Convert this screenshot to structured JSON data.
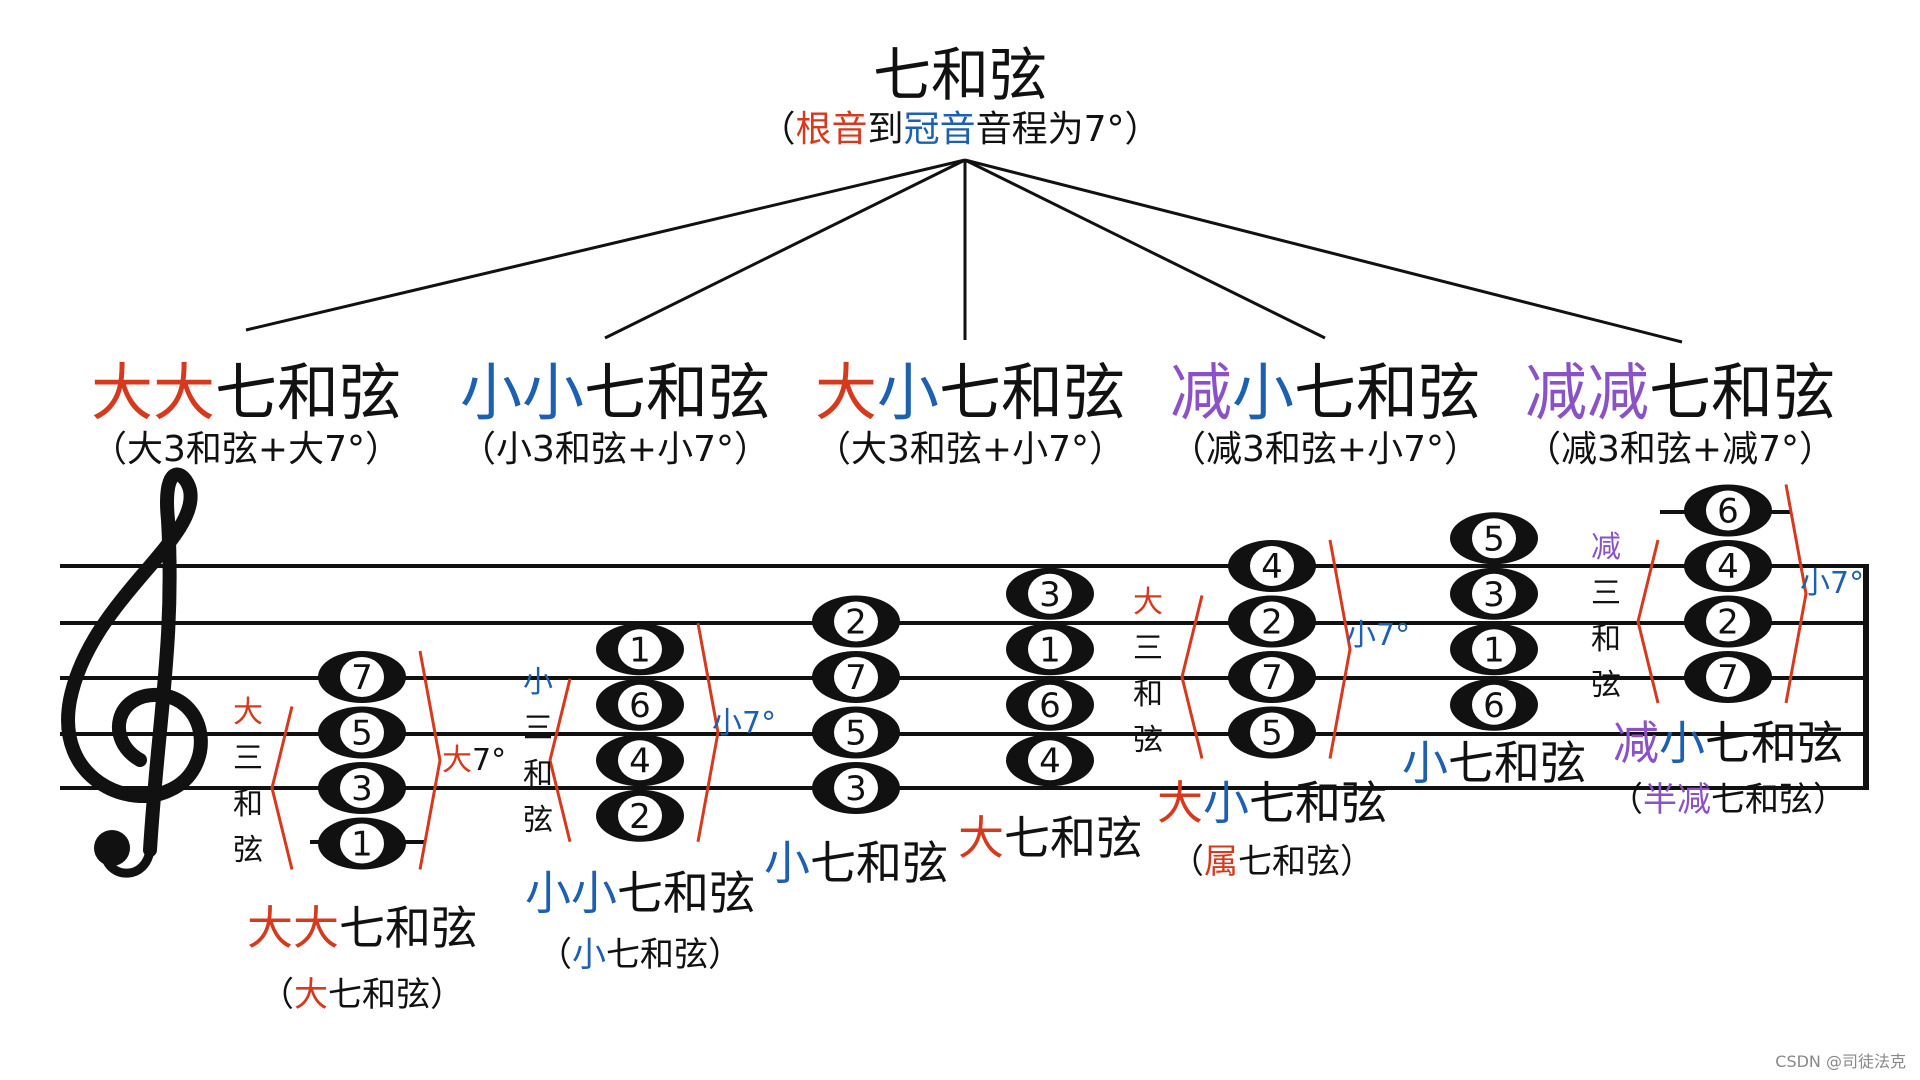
{
  "colors": {
    "red": "#d63a1e",
    "blue": "#1d5fb0",
    "purple": "#8a52c6",
    "black": "#111111"
  },
  "title": "七和弦",
  "subtitle": [
    {
      "t": "（",
      "c": "black"
    },
    {
      "t": "根音",
      "c": "red"
    },
    {
      "t": "到",
      "c": "black"
    },
    {
      "t": "冠音",
      "c": "blue"
    },
    {
      "t": "音程为7°）",
      "c": "black"
    }
  ],
  "types": [
    {
      "name": [
        {
          "t": "大大",
          "c": "red"
        },
        {
          "t": "七和弦",
          "c": "black"
        }
      ],
      "formula": [
        {
          "t": "（大3和弦+大7°）",
          "c": "black"
        }
      ]
    },
    {
      "name": [
        {
          "t": "小小",
          "c": "blue"
        },
        {
          "t": "七和弦",
          "c": "black"
        }
      ],
      "formula": [
        {
          "t": "（小3和弦+小7°）",
          "c": "black"
        }
      ]
    },
    {
      "name": [
        {
          "t": "大",
          "c": "red"
        },
        {
          "t": "小",
          "c": "blue"
        },
        {
          "t": "七和弦",
          "c": "black"
        }
      ],
      "formula": [
        {
          "t": "（大3和弦+小7°）",
          "c": "black"
        }
      ]
    },
    {
      "name": [
        {
          "t": "减",
          "c": "purple"
        },
        {
          "t": "小",
          "c": "blue"
        },
        {
          "t": "七和弦",
          "c": "black"
        }
      ],
      "formula": [
        {
          "t": "（减3和弦+小7°）",
          "c": "black"
        }
      ]
    },
    {
      "name": [
        {
          "t": "减减",
          "c": "purple"
        },
        {
          "t": "七和弦",
          "c": "black"
        }
      ],
      "formula": [
        {
          "t": "（减3和弦+减7°）",
          "c": "black"
        }
      ]
    }
  ],
  "chords": [
    {
      "notes": [
        "1",
        "3",
        "5",
        "7"
      ],
      "triad": {
        "chars": [
          "大",
          "三",
          "和",
          "弦"
        ],
        "c": "red"
      },
      "interval": [
        {
          "t": "大",
          "c": "red"
        },
        {
          "t": "7°",
          "c": "black"
        }
      ],
      "name": [
        {
          "t": "大大",
          "c": "red"
        },
        {
          "t": "七和弦",
          "c": "black"
        }
      ],
      "alias": [
        {
          "t": "（",
          "c": "black"
        },
        {
          "t": "大",
          "c": "red"
        },
        {
          "t": "七和弦）",
          "c": "black"
        }
      ]
    },
    {
      "notes": [
        "2",
        "4",
        "6",
        "1"
      ],
      "triad": {
        "chars": [
          "小",
          "三",
          "和",
          "弦"
        ],
        "c": "blue"
      },
      "interval": [
        {
          "t": "小7°",
          "c": "blue"
        }
      ],
      "name": [
        {
          "t": "小小",
          "c": "blue"
        },
        {
          "t": "七和弦",
          "c": "black"
        }
      ],
      "alias": [
        {
          "t": "（",
          "c": "black"
        },
        {
          "t": "小",
          "c": "blue"
        },
        {
          "t": "七和弦）",
          "c": "black"
        }
      ]
    },
    {
      "notes": [
        "3",
        "5",
        "7",
        "2"
      ],
      "triad": null,
      "interval": null,
      "name": [
        {
          "t": "小",
          "c": "blue"
        },
        {
          "t": "七和弦",
          "c": "black"
        }
      ],
      "alias": null
    },
    {
      "notes": [
        "4",
        "6",
        "1",
        "3"
      ],
      "triad": null,
      "interval": null,
      "name": [
        {
          "t": "大",
          "c": "red"
        },
        {
          "t": "七和弦",
          "c": "black"
        }
      ],
      "alias": null
    },
    {
      "notes": [
        "5",
        "7",
        "2",
        "4"
      ],
      "triad": {
        "chars": [
          "大",
          "三",
          "和",
          "弦"
        ],
        "c": "red"
      },
      "interval": [
        {
          "t": "小7°",
          "c": "blue"
        }
      ],
      "name": [
        {
          "t": "大",
          "c": "red"
        },
        {
          "t": "小",
          "c": "blue"
        },
        {
          "t": "七和弦",
          "c": "black"
        }
      ],
      "alias": [
        {
          "t": "（",
          "c": "black"
        },
        {
          "t": "属",
          "c": "red"
        },
        {
          "t": "七和弦）",
          "c": "black"
        }
      ]
    },
    {
      "notes": [
        "6",
        "1",
        "3",
        "5"
      ],
      "triad": null,
      "interval": null,
      "name": [
        {
          "t": "小",
          "c": "blue"
        },
        {
          "t": "七和弦",
          "c": "black"
        }
      ],
      "alias": null
    },
    {
      "notes": [
        "7",
        "2",
        "4",
        "6"
      ],
      "triad": {
        "chars": [
          "减",
          "三",
          "和",
          "弦"
        ],
        "c": "purple"
      },
      "interval": [
        {
          "t": "小7°",
          "c": "blue"
        }
      ],
      "name": [
        {
          "t": "减",
          "c": "purple"
        },
        {
          "t": "小",
          "c": "blue"
        },
        {
          "t": "七和弦",
          "c": "black"
        }
      ],
      "alias": [
        {
          "t": "（",
          "c": "black"
        },
        {
          "t": "半减",
          "c": "purple"
        },
        {
          "t": "七和弦）",
          "c": "black"
        }
      ]
    }
  ],
  "clef_icon": "treble-clef-icon",
  "watermark": "CSDN @司徒法克"
}
